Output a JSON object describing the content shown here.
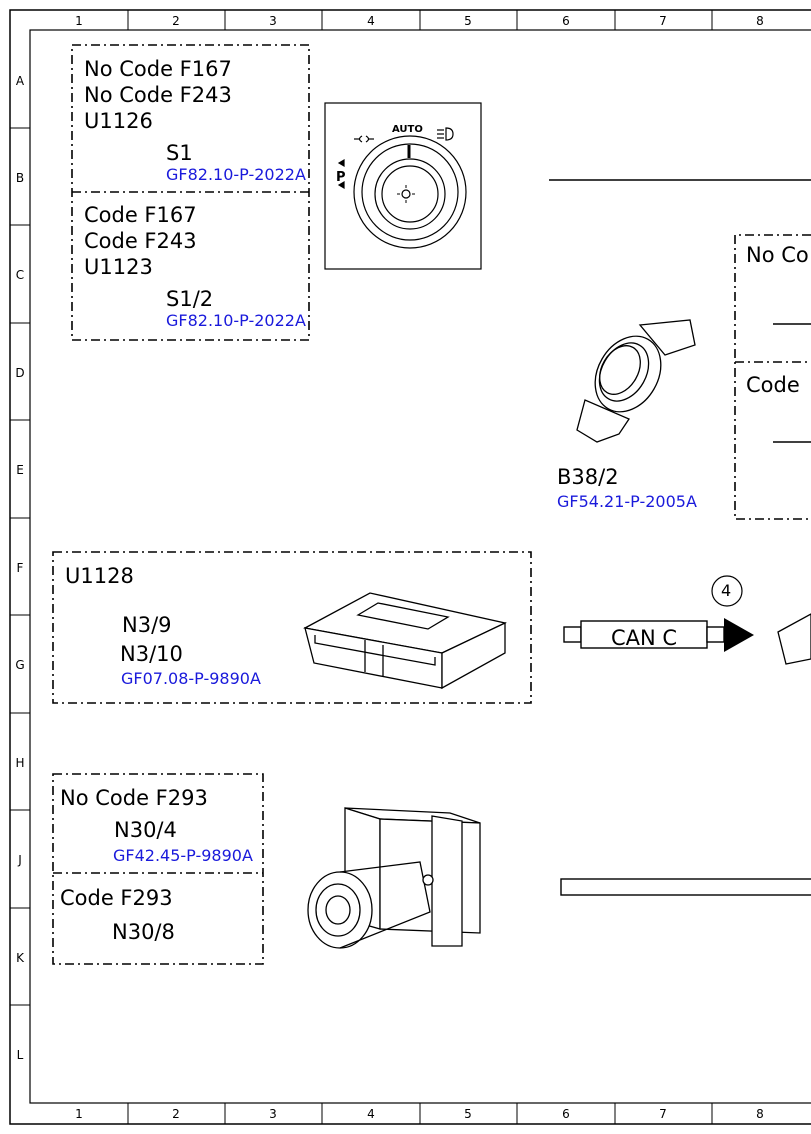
{
  "columns": [
    "1",
    "2",
    "3",
    "4",
    "5",
    "6",
    "7",
    "8"
  ],
  "rows": [
    "A",
    "B",
    "C",
    "D",
    "E",
    "F",
    "G",
    "H",
    "J",
    "K",
    "L"
  ],
  "box_s1": {
    "line1": "No Code F167",
    "line2": "No Code F243",
    "line3": "U1126",
    "component": "S1",
    "ref": "GF82.10-P-2022A"
  },
  "box_s1_2": {
    "line1": "Code F167",
    "line2": "Code F243",
    "line3": "U1123",
    "component": "S1/2",
    "ref": "GF82.10-P-2022A"
  },
  "switch": {
    "auto_label": "AUTO",
    "p_label": "P"
  },
  "sensor": {
    "component": "B38/2",
    "ref": "GF54.21-P-2005A"
  },
  "right_box": {
    "line1": "No Co",
    "line2": "Code"
  },
  "box_n3": {
    "line1": "U1128",
    "component1": "N3/9",
    "component2": "N3/10",
    "ref": "GF07.08-P-9890A"
  },
  "bus": {
    "label": "CAN C",
    "marker": "4"
  },
  "box_n30": {
    "line1": "No Code F293",
    "component1": "N30/4",
    "ref": "GF42.45-P-9890A",
    "line2": "Code F293",
    "component2": "N30/8"
  },
  "colors": {
    "reference_link": "#1a1adb",
    "line": "#000000"
  }
}
